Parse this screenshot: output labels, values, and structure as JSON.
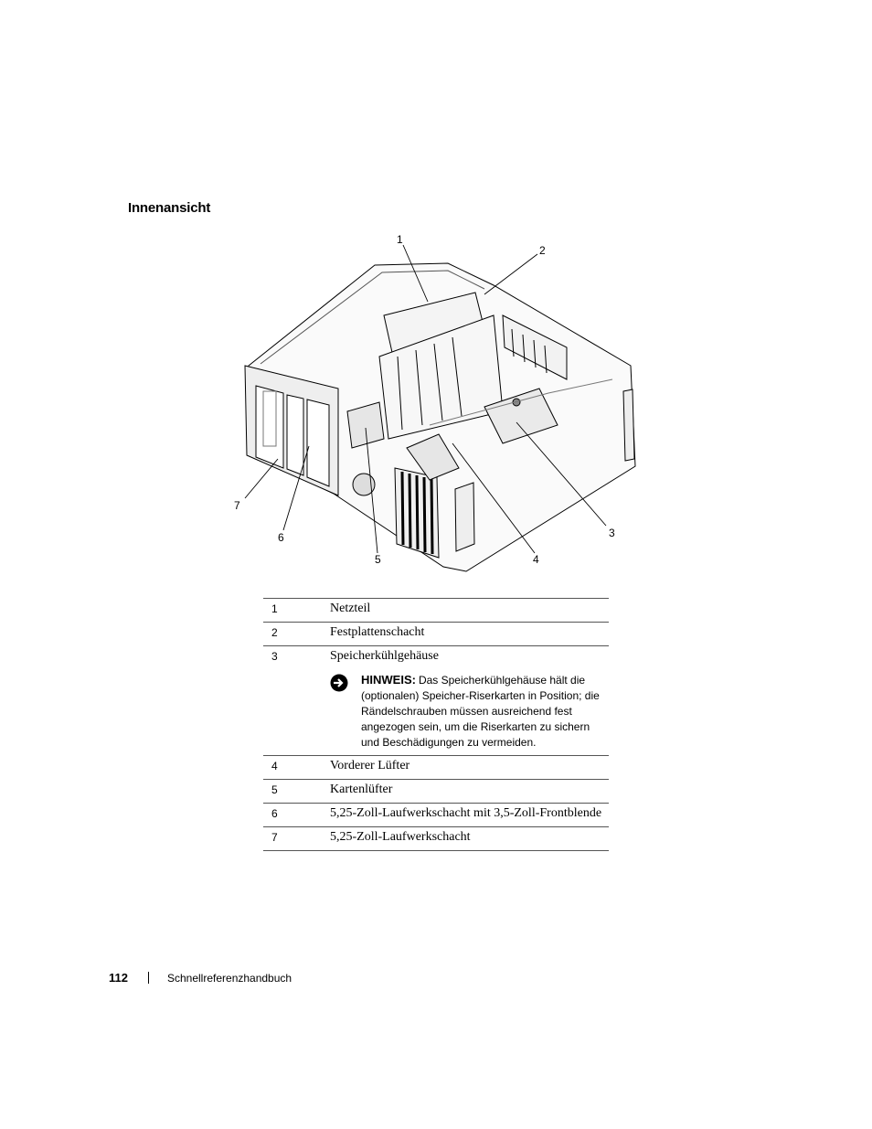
{
  "section_title": "Innenansicht",
  "figure": {
    "callouts": [
      "1",
      "2",
      "3",
      "4",
      "5",
      "6",
      "7"
    ]
  },
  "legend": [
    {
      "num": "1",
      "label": "Netzteil"
    },
    {
      "num": "2",
      "label": "Festplattenschacht"
    },
    {
      "num": "3",
      "label": "Speicherkühlgehäuse",
      "note_label": "HINWEIS:",
      "note_text": "Das Speicherkühlgehäuse hält die (optionalen) Speicher-Riserkarten in Position; die Rändelschrauben müssen ausreichend fest angezogen sein, um die Riserkarten zu sichern und Beschädigungen zu vermeiden."
    },
    {
      "num": "4",
      "label": "Vorderer Lüfter"
    },
    {
      "num": "5",
      "label": "Kartenlüfter"
    },
    {
      "num": "6",
      "label": "5,25-Zoll-Laufwerkschacht mit 3,5-Zoll-Frontblende"
    },
    {
      "num": "7",
      "label": "5,25-Zoll-Laufwerkschacht"
    }
  ],
  "footer": {
    "page_number": "112",
    "book_title": "Schnellreferenzhandbuch"
  }
}
